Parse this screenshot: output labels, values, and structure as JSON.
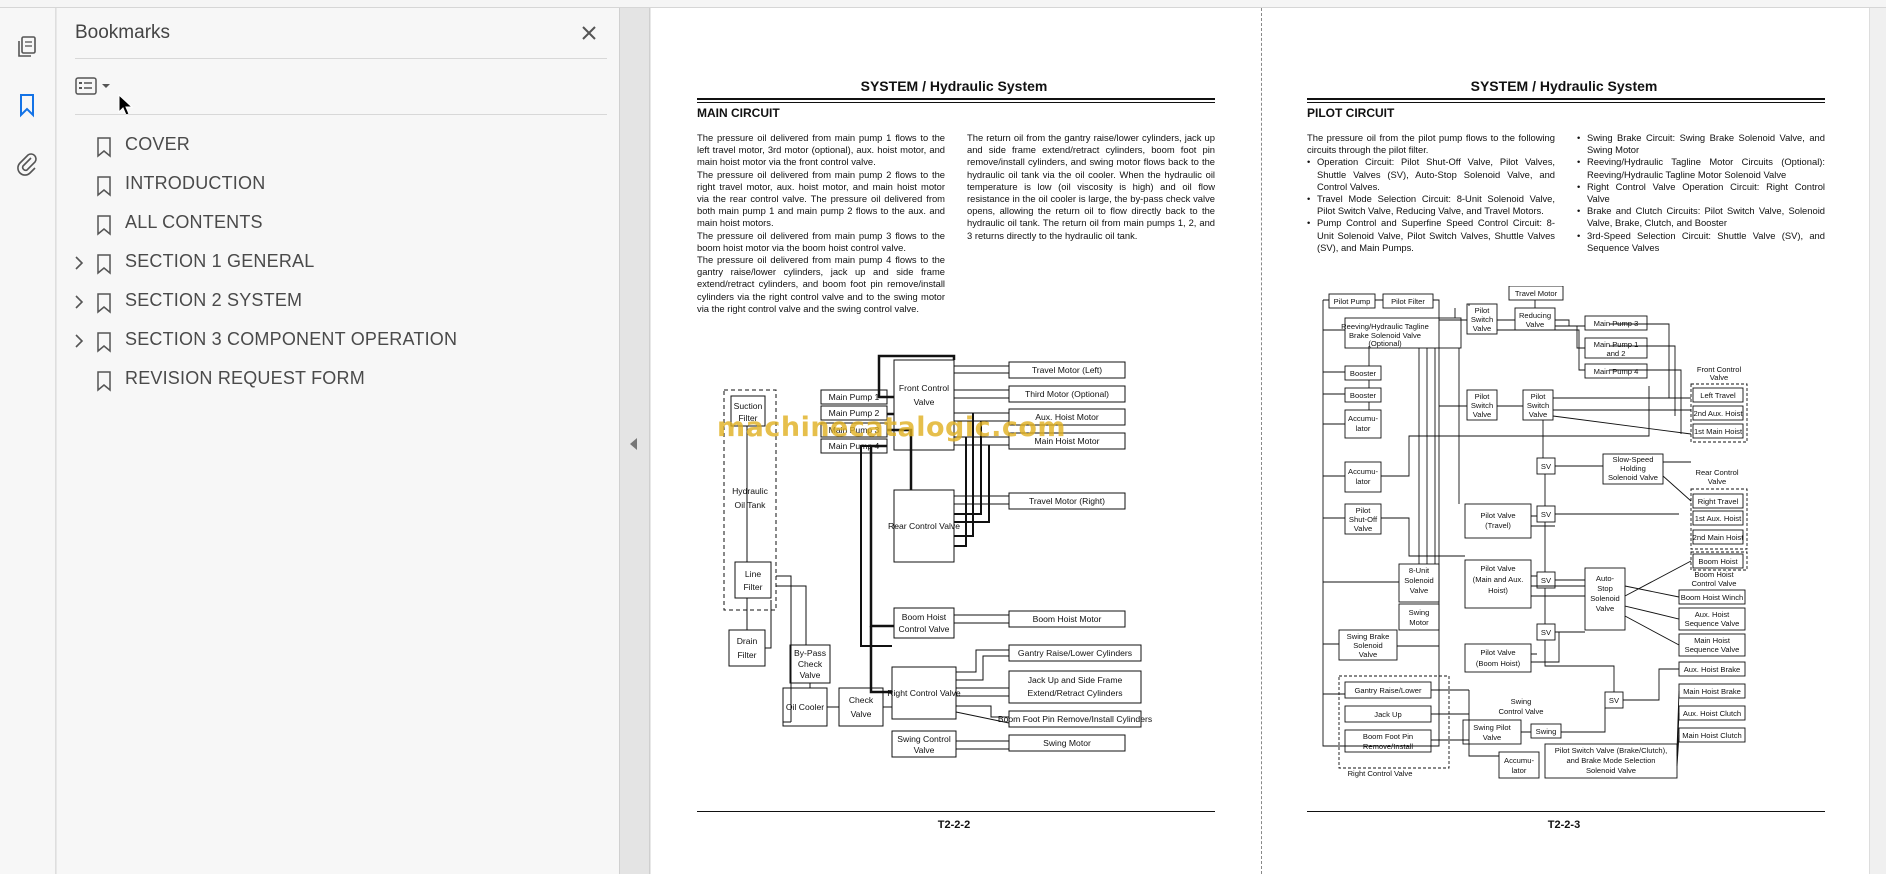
{
  "panel": {
    "title": "Bookmarks",
    "items": [
      {
        "label": "COVER",
        "expandable": false
      },
      {
        "label": "INTRODUCTION",
        "expandable": false
      },
      {
        "label": "ALL CONTENTS",
        "expandable": false
      },
      {
        "label": "SECTION 1 GENERAL",
        "expandable": true
      },
      {
        "label": "SECTION 2 SYSTEM",
        "expandable": true
      },
      {
        "label": "SECTION 3 COMPONENT OPERATION",
        "expandable": true
      },
      {
        "label": "REVISION REQUEST FORM",
        "expandable": false
      }
    ]
  },
  "left_page": {
    "title": "SYSTEM / Hydraulic System",
    "subtitle": "MAIN CIRCUIT",
    "col1": [
      "The pressure oil delivered from main pump 1 flows to the left travel motor, 3rd motor (optional), aux. hoist motor, and main hoist motor via the front control valve.",
      "The pressure oil delivered from main pump 2 flows to the right travel motor, aux. hoist motor, and main hoist motor via the rear control valve. The pressure oil delivered from both main pump 1 and main pump 2 flows to the aux. and main hoist motors.",
      "The pressure oil delivered from main pump 3 flows to the boom hoist motor via the boom hoist control valve.",
      "The pressure oil delivered from main pump 4 flows to the gantry raise/lower cylinders, jack up and side frame extend/retract cylinders, and boom foot pin remove/install cylinders via the right control valve and to the swing motor via the right control valve and the swing control valve."
    ],
    "col2": "The return oil from the gantry raise/lower cylinders, jack up and side frame extend/retract cylinders, boom foot pin remove/install cylinders, and swing motor flows back to the hydraulic oil tank via the oil cooler. When the hydraulic oil temperature is low (oil viscosity is high) and oil flow resistance in the oil cooler is large, the by-pass check valve opens, allowing the return oil to flow directly back to the hydraulic oil tank. The return oil from main pumps 1, 2, and 3 returns directly to the hydraulic oil tank.",
    "page_no": "T2-2-2",
    "diagram": {
      "suction_filter": [
        "Suction",
        "Filter"
      ],
      "tank": [
        "Hydraulic",
        "Oil Tank"
      ],
      "line_filter": [
        "Line",
        "Filter"
      ],
      "drain_filter": [
        "Drain",
        "Filter"
      ],
      "pumps": [
        "Main Pump 1",
        "Main Pump 2",
        "Main Pump 3",
        "Main Pump 4"
      ],
      "front_cv": [
        "Front Control",
        "Valve"
      ],
      "rear_cv": "Rear Control Valve",
      "boom_cv": [
        "Boom Hoist",
        "Control Valve"
      ],
      "right_cv": "Right Control Valve",
      "swing_cv": [
        "Swing Control",
        "Valve"
      ],
      "bypass": [
        "By-Pass",
        "Check",
        "Valve"
      ],
      "cooler": "Oil Cooler",
      "check": [
        "Check",
        "Valve"
      ],
      "outputs": [
        "Travel Motor (Left)",
        "Third Motor (Optional)",
        "Aux. Hoist Motor",
        "Main Hoist Motor",
        "Travel Motor (Right)",
        "Boom Hoist Motor",
        "Gantry Raise/Lower Cylinders"
      ],
      "jack": [
        "Jack Up and Side Frame",
        "Extend/Retract Cylinders"
      ],
      "footpin": "Boom Foot Pin Remove/Install Cylinders",
      "swing_motor": "Swing Motor"
    }
  },
  "right_page": {
    "title": "SYSTEM / Hydraulic System",
    "subtitle": "PILOT CIRCUIT",
    "col1_intro": "The pressure oil from the pilot pump flows to the following circuits through the pilot filter.",
    "col1_bullets": [
      "Operation Circuit: Pilot Shut-Off Valve, Pilot Valves, Shuttle Valves (SV), Auto-Stop Solenoid Valve, and Control Valves.",
      "Travel Mode Selection Circuit: 8-Unit Solenoid Valve, Pilot Switch Valve, Reducing Valve, and Travel Motors.",
      "Pump Control and Superfine Speed Control Circuit: 8-Unit Solenoid Valve, Pilot Switch Valves, Shuttle Valves (SV), and Main Pumps."
    ],
    "col2_bullets": [
      "Swing Brake Circuit: Swing Brake Solenoid Valve, and Swing Motor",
      "Reeving/Hydraulic Tagline Motor Circuits (Optional): Reeving/Hydraulic Tagline Motor Solenoid Valve",
      "Right Control Valve Operation Circuit: Right Control Valve",
      "Brake and Clutch Circuits: Pilot Switch Valve, Solenoid Valve, Brake, Clutch, and Booster",
      "3rd-Speed Selection Circuit: Shuttle Valve (SV), and Sequence Valves"
    ],
    "page_no": "T2-2-3",
    "diagram": {
      "pilot_pump": "Pilot Pump",
      "pilot_filter": "Pilot Filter",
      "travel_motor": "Travel Motor",
      "reeving": [
        "Reeving/Hydraulic Tagline",
        "Brake Solenoid Valve",
        "(Optional)"
      ],
      "pilot_switch": [
        "Pilot",
        "Switch",
        "Valve"
      ],
      "reducing": [
        "Reducing",
        "Valve"
      ],
      "mp3": "Main Pump 3",
      "mp12": [
        "Main Pump 1",
        "and 2"
      ],
      "mp4": "Main Pump 4",
      "booster": "Booster",
      "accum": [
        "Accumu-",
        "lator"
      ],
      "shutoff": [
        "Pilot",
        "Shut-Off",
        "Valve"
      ],
      "front_cv": [
        "Front Control",
        "Valve"
      ],
      "left_travel": "Left Travel",
      "second_aux": "2nd Aux. Hoist",
      "first_main": "1st Main Hoist",
      "slow_speed": [
        "Slow-Speed",
        "Holding",
        "Solenoid Valve"
      ],
      "rear_cv": [
        "Rear Control",
        "Valve"
      ],
      "right_travel": "Right Travel",
      "first_aux": "1st Aux. Hoist",
      "second_main": "2nd Main Hoist",
      "boom_hoist": "Boom Hoist",
      "boom_cv": [
        "Boom Hoist",
        "Control Valve"
      ],
      "boom_winch": "Boom Hoist Winch",
      "aux_seq": [
        "Aux. Hoist",
        "Sequence Valve"
      ],
      "main_seq": [
        "Main Hoist",
        "Sequence Valve"
      ],
      "aux_brake": "Aux. Hoist Brake",
      "main_brake": "Main Hoist Brake",
      "aux_clutch": "Aux. Hoist Clutch",
      "main_clutch": "Main Hoist Clutch",
      "pv_travel": [
        "Pilot Valve",
        "(Travel)"
      ],
      "pv_main": [
        "Pilot Valve",
        "(Main and Aux.",
        "Hoist)"
      ],
      "pv_boom": [
        "Pilot Valve",
        "(Boom Hoist)"
      ],
      "eight_unit": [
        "8-Unit",
        "Solenoid",
        "Valve"
      ],
      "swing_motor": [
        "Swing",
        "Motor"
      ],
      "autostop": [
        "Auto-",
        "Stop",
        "Solenoid",
        "Valve"
      ],
      "swing_brake": [
        "Swing Brake",
        "Solenoid",
        "Valve"
      ],
      "gantry": "Gantry Raise/Lower",
      "jackup": "Jack Up",
      "footpin": [
        "Boom Foot Pin",
        "Remove/Install"
      ],
      "right_cv": "Right Control Valve",
      "swing_pilot": [
        "Swing Pilot",
        "Valve"
      ],
      "swing": "Swing",
      "swing_cv": [
        "Swing",
        "Control Valve"
      ],
      "pilot_switch_brake": [
        "Pilot Switch Valve (Brake/Clutch),",
        "and Brake Mode Selection",
        "Solenoid Valve"
      ],
      "sv": "SV"
    }
  },
  "watermark": "machinecatalogic.com",
  "colors": {
    "panel_bg": "#f7f7f7",
    "accent": "#1473e6",
    "watermark": "#e0b020"
  }
}
